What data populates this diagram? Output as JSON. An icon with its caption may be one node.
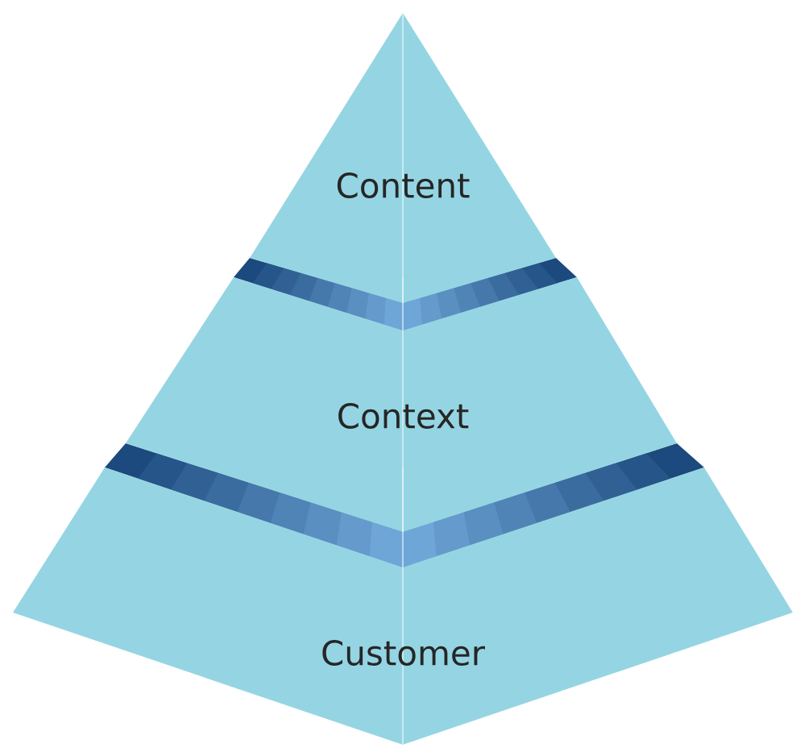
{
  "diagram": {
    "nodes": [
      {
        "text": [
          "Content"
        ]
      },
      {
        "text": [
          "Context"
        ]
      },
      {
        "text": [
          "Customer"
        ]
      }
    ]
  }
}
